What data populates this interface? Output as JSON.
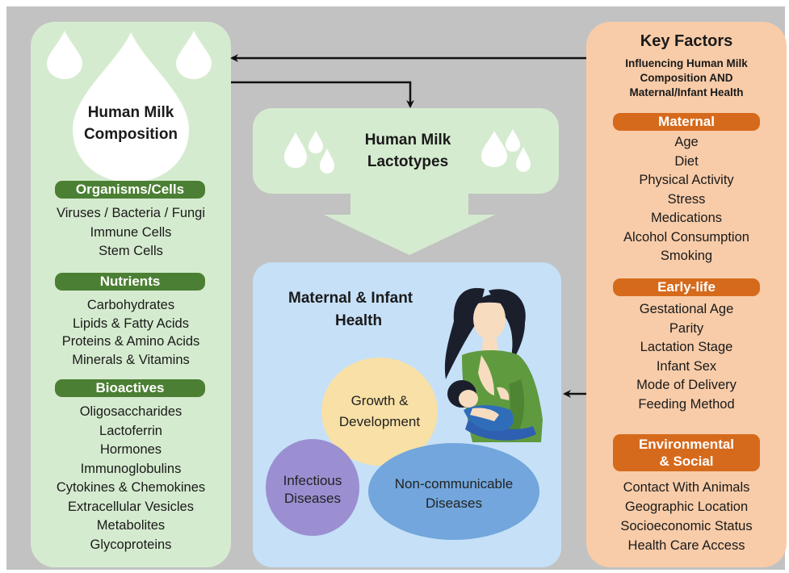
{
  "composition": {
    "title_lines": [
      "Human Milk",
      "Composition"
    ],
    "sections": [
      {
        "header": "Organisms/Cells",
        "items": [
          "Viruses / Bacteria / Fungi",
          "Immune Cells",
          "Stem Cells"
        ]
      },
      {
        "header": "Nutrients",
        "items": [
          "Carbohydrates",
          "Lipids & Fatty Acids",
          "Proteins & Amino Acids",
          "Minerals & Vitamins"
        ]
      },
      {
        "header": "Bioactives",
        "items": [
          "Oligosaccharides",
          "Lactoferrin",
          "Hormones",
          "Immunoglobulins",
          "Cytokines & Chemokines",
          "Extracellular Vesicles",
          "Metabolites",
          "Glycoproteins"
        ]
      }
    ]
  },
  "lactotypes": {
    "title_lines": [
      "Human Milk",
      "Lactotypes"
    ]
  },
  "health": {
    "title_lines": [
      "Maternal & Infant",
      "Health"
    ],
    "outcomes": [
      {
        "lines": [
          "Growth &",
          "Development"
        ]
      },
      {
        "lines": [
          "Infectious",
          "Diseases"
        ]
      },
      {
        "lines": [
          "Non-communicable",
          "Diseases"
        ]
      }
    ]
  },
  "factors": {
    "title": "Key Factors",
    "subtitle_lines": [
      "Influencing Human Milk",
      "Composition AND",
      "Maternal/Infant Health"
    ],
    "groups": [
      {
        "header": "Maternal",
        "items": [
          "Age",
          "Diet",
          "Physical Activity",
          "Stress",
          "Medications",
          "Alcohol Consumption",
          "Smoking"
        ]
      },
      {
        "header": "Early-life",
        "items": [
          "Gestational Age",
          "Parity",
          "Lactation Stage",
          "Infant Sex",
          "Mode of Delivery",
          "Feeding Method"
        ]
      },
      {
        "header_lines": [
          "Environmental",
          "& Social"
        ],
        "items": [
          "Contact With Animals",
          "Geographic Location",
          "Socioeconomic Status",
          "Health Care Access"
        ]
      }
    ]
  },
  "colors": {
    "background": "#c2c2c2",
    "composition_panel": "#d5ebcf",
    "factors_panel": "#f8cca9",
    "health_panel": "#c6e0f8",
    "green_header": "#4b7f33",
    "orange_header": "#d66a1c",
    "growth_circle": "#f8e0a6",
    "infectious_circle": "#9b8fd2",
    "noncommunicable_circle": "#72a6dc"
  }
}
